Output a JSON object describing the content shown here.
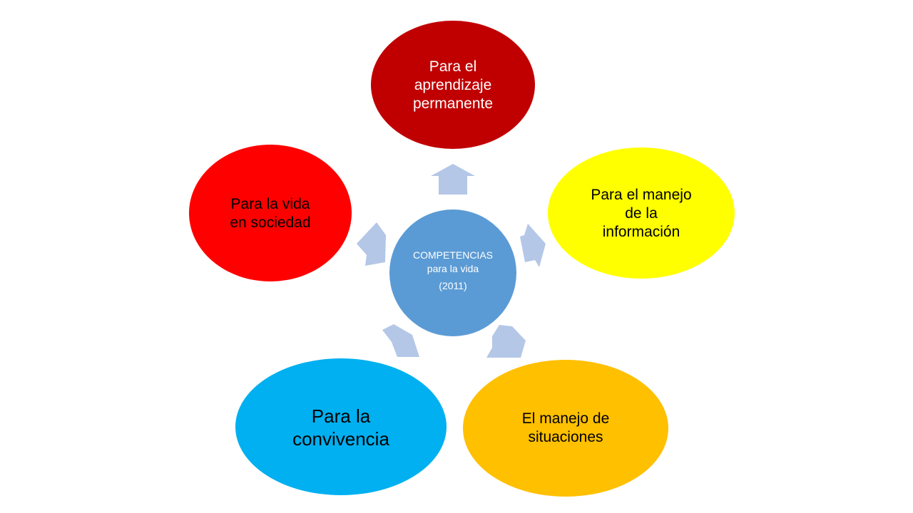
{
  "diagram": {
    "center": {
      "title": "COMPETENCIAS\npara la vida",
      "year": "(2011)",
      "fill_color": "#5b9bd5"
    },
    "nodes": [
      {
        "id": "top",
        "text": "Para el\naprendizaje\npermanente",
        "fill_color": "#c00000",
        "text_color": "#ffffff"
      },
      {
        "id": "right",
        "text": "Para el manejo\nde la\ninformación",
        "fill_color": "#ffff00",
        "text_color": "#000000"
      },
      {
        "id": "bottom-right",
        "text": "El manejo de\nsituaciones",
        "fill_color": "#ffc000",
        "text_color": "#000000"
      },
      {
        "id": "bottom-left",
        "text": "Para la\nconvivencia",
        "fill_color": "#00b0f0",
        "text_color": "#000000"
      },
      {
        "id": "left",
        "text": "Para la vida\nen sociedad",
        "fill_color": "#ff0000",
        "text_color": "#000000"
      }
    ],
    "arrow_color": "#b4c7e7"
  }
}
